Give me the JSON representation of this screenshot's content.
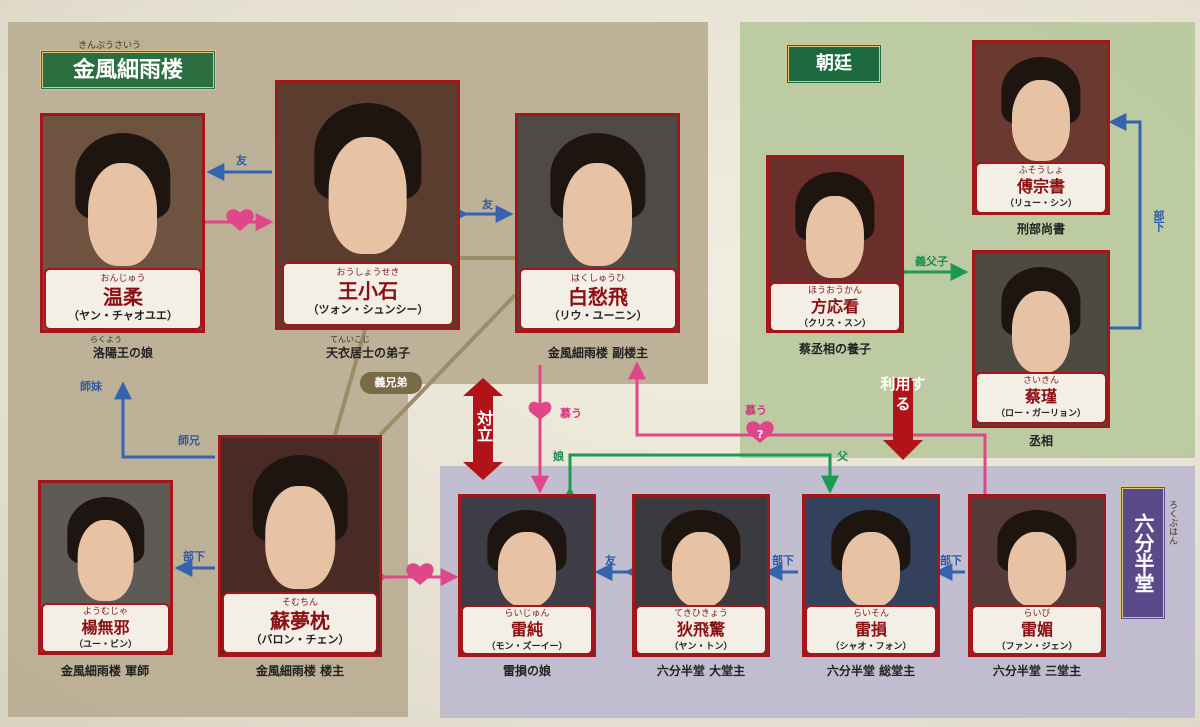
{
  "groups": {
    "kinpu": {
      "label": "金風細雨楼",
      "ruby": "きんぷうさいう"
    },
    "chotei": {
      "label": "朝廷"
    },
    "rokubu": {
      "label": "六分半堂",
      "ruby": "ろくぶはん"
    }
  },
  "characters": {
    "on_ju": {
      "ruby": "おんじゅう",
      "name": "温柔",
      "actor": "（ヤン・チャオユエ）",
      "caption": "洛陽王の娘",
      "caption_ruby": "らくよう"
    },
    "o_shoseki": {
      "ruby": "おうしょうせき",
      "name": "王小石",
      "actor": "（ツォン・シュンシー）",
      "caption": "天衣居士の弟子",
      "caption_ruby": "てんいこじ"
    },
    "haku_shuhi": {
      "ruby": "はくしゅうひ",
      "name": "白愁飛",
      "actor": "（リウ・ユーニン）",
      "caption": "金風細雨楼 副楼主"
    },
    "fu_sosho": {
      "ruby": "ふそうしょ",
      "name": "傅宗書",
      "actor": "（リュー・シン）",
      "caption": "刑部尚書"
    },
    "ho_okan": {
      "ruby": "ほうおうかん",
      "name": "方応看",
      "actor": "（クリス・スン）",
      "caption": "蔡丞相の養子"
    },
    "sai_kin": {
      "ruby": "さいきん",
      "name": "蔡瑾",
      "actor": "（ロー・ガーリョン）",
      "caption": "丞相"
    },
    "yo_muja": {
      "ruby": "ようむじゃ",
      "name": "楊無邪",
      "actor": "（ユー・ビン）",
      "caption": "金風細雨楼 軍師"
    },
    "so_muchin": {
      "ruby": "そむちん",
      "name": "蘇夢枕",
      "actor": "（バロン・チェン）",
      "caption": "金風細雨楼 楼主"
    },
    "rai_jun": {
      "ruby": "らいじゅん",
      "name": "雷純",
      "actor": "（モン・ズーイー）",
      "caption": "雷損の娘"
    },
    "teki_hikyo": {
      "ruby": "てきひきょう",
      "name": "狄飛驚",
      "actor": "（ヤン・トン）",
      "caption": "六分半堂 大堂主"
    },
    "rai_son": {
      "ruby": "らいそん",
      "name": "雷損",
      "actor": "（シャオ・フォン）",
      "caption": "六分半堂 総堂主"
    },
    "rai_bi": {
      "ruby": "らいび",
      "name": "雷媚",
      "actor": "（ファン・ジェン）",
      "caption": "六分半堂 三堂主"
    }
  },
  "relations": {
    "tomo1": "友",
    "tomo2": "友",
    "tomo3": "友",
    "gikyodai": "義兄弟",
    "shimai": "師妹",
    "shikei": "師兄",
    "buka1": "部下",
    "buka2": "部下",
    "buka3": "部下",
    "buka4": "部下",
    "gifushi": "義父子",
    "shitau1": "慕う",
    "shitau2": "慕う",
    "musume": "娘",
    "chichi": "父",
    "tairitsu": "対立",
    "riyo": "利用する",
    "question": "?"
  },
  "colors": {
    "red": "#a4161a",
    "blue": "#3563b0",
    "pink": "#e0468a",
    "green": "#1b9a54"
  }
}
